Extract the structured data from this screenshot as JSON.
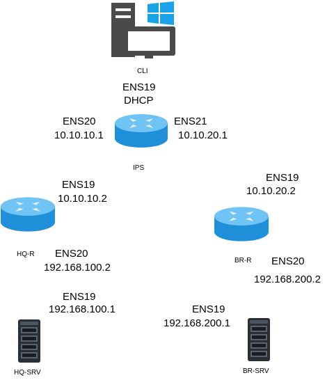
{
  "nodes": {
    "cli": {
      "name": "CLI",
      "iface": "ENS19",
      "addr": "DHCP"
    },
    "ips": {
      "name": "IPS",
      "ens20": "ENS20",
      "ens20_ip": "10.10.10.1",
      "ens21": "ENS21",
      "ens21_ip": "10.10.20.1"
    },
    "hqr": {
      "name": "HQ-R",
      "ens19": "ENS19",
      "ens19_ip": "10.10.10.2",
      "ens20": "ENS20",
      "ens20_ip": "192.168.100.2"
    },
    "brr": {
      "name": "BR-R",
      "ens19": "ENS19",
      "ens19_ip": "10.10.20.2",
      "ens20": "ENS20",
      "ens20_ip": "192.168.200.2"
    },
    "hqsrv": {
      "name": "HQ-SRV",
      "ens19": "ENS19",
      "ens19_ip": "192.168.100.1"
    },
    "brsrv": {
      "name": "BR-SRV",
      "ens19": "ENS19",
      "ens19_ip": "192.168.200.1"
    }
  },
  "colors": {
    "router_top": "#6fc3f5",
    "router_side": "#1e8fd8",
    "router_arrow": "#e8eef3",
    "pc_body": "#4a4a4a",
    "windows_logo": "#1aa3e8",
    "server_body": "#2a2f36"
  },
  "icons": {
    "cli": "workstation-windows-icon",
    "router": "router-icon",
    "server": "server-rack-icon"
  }
}
